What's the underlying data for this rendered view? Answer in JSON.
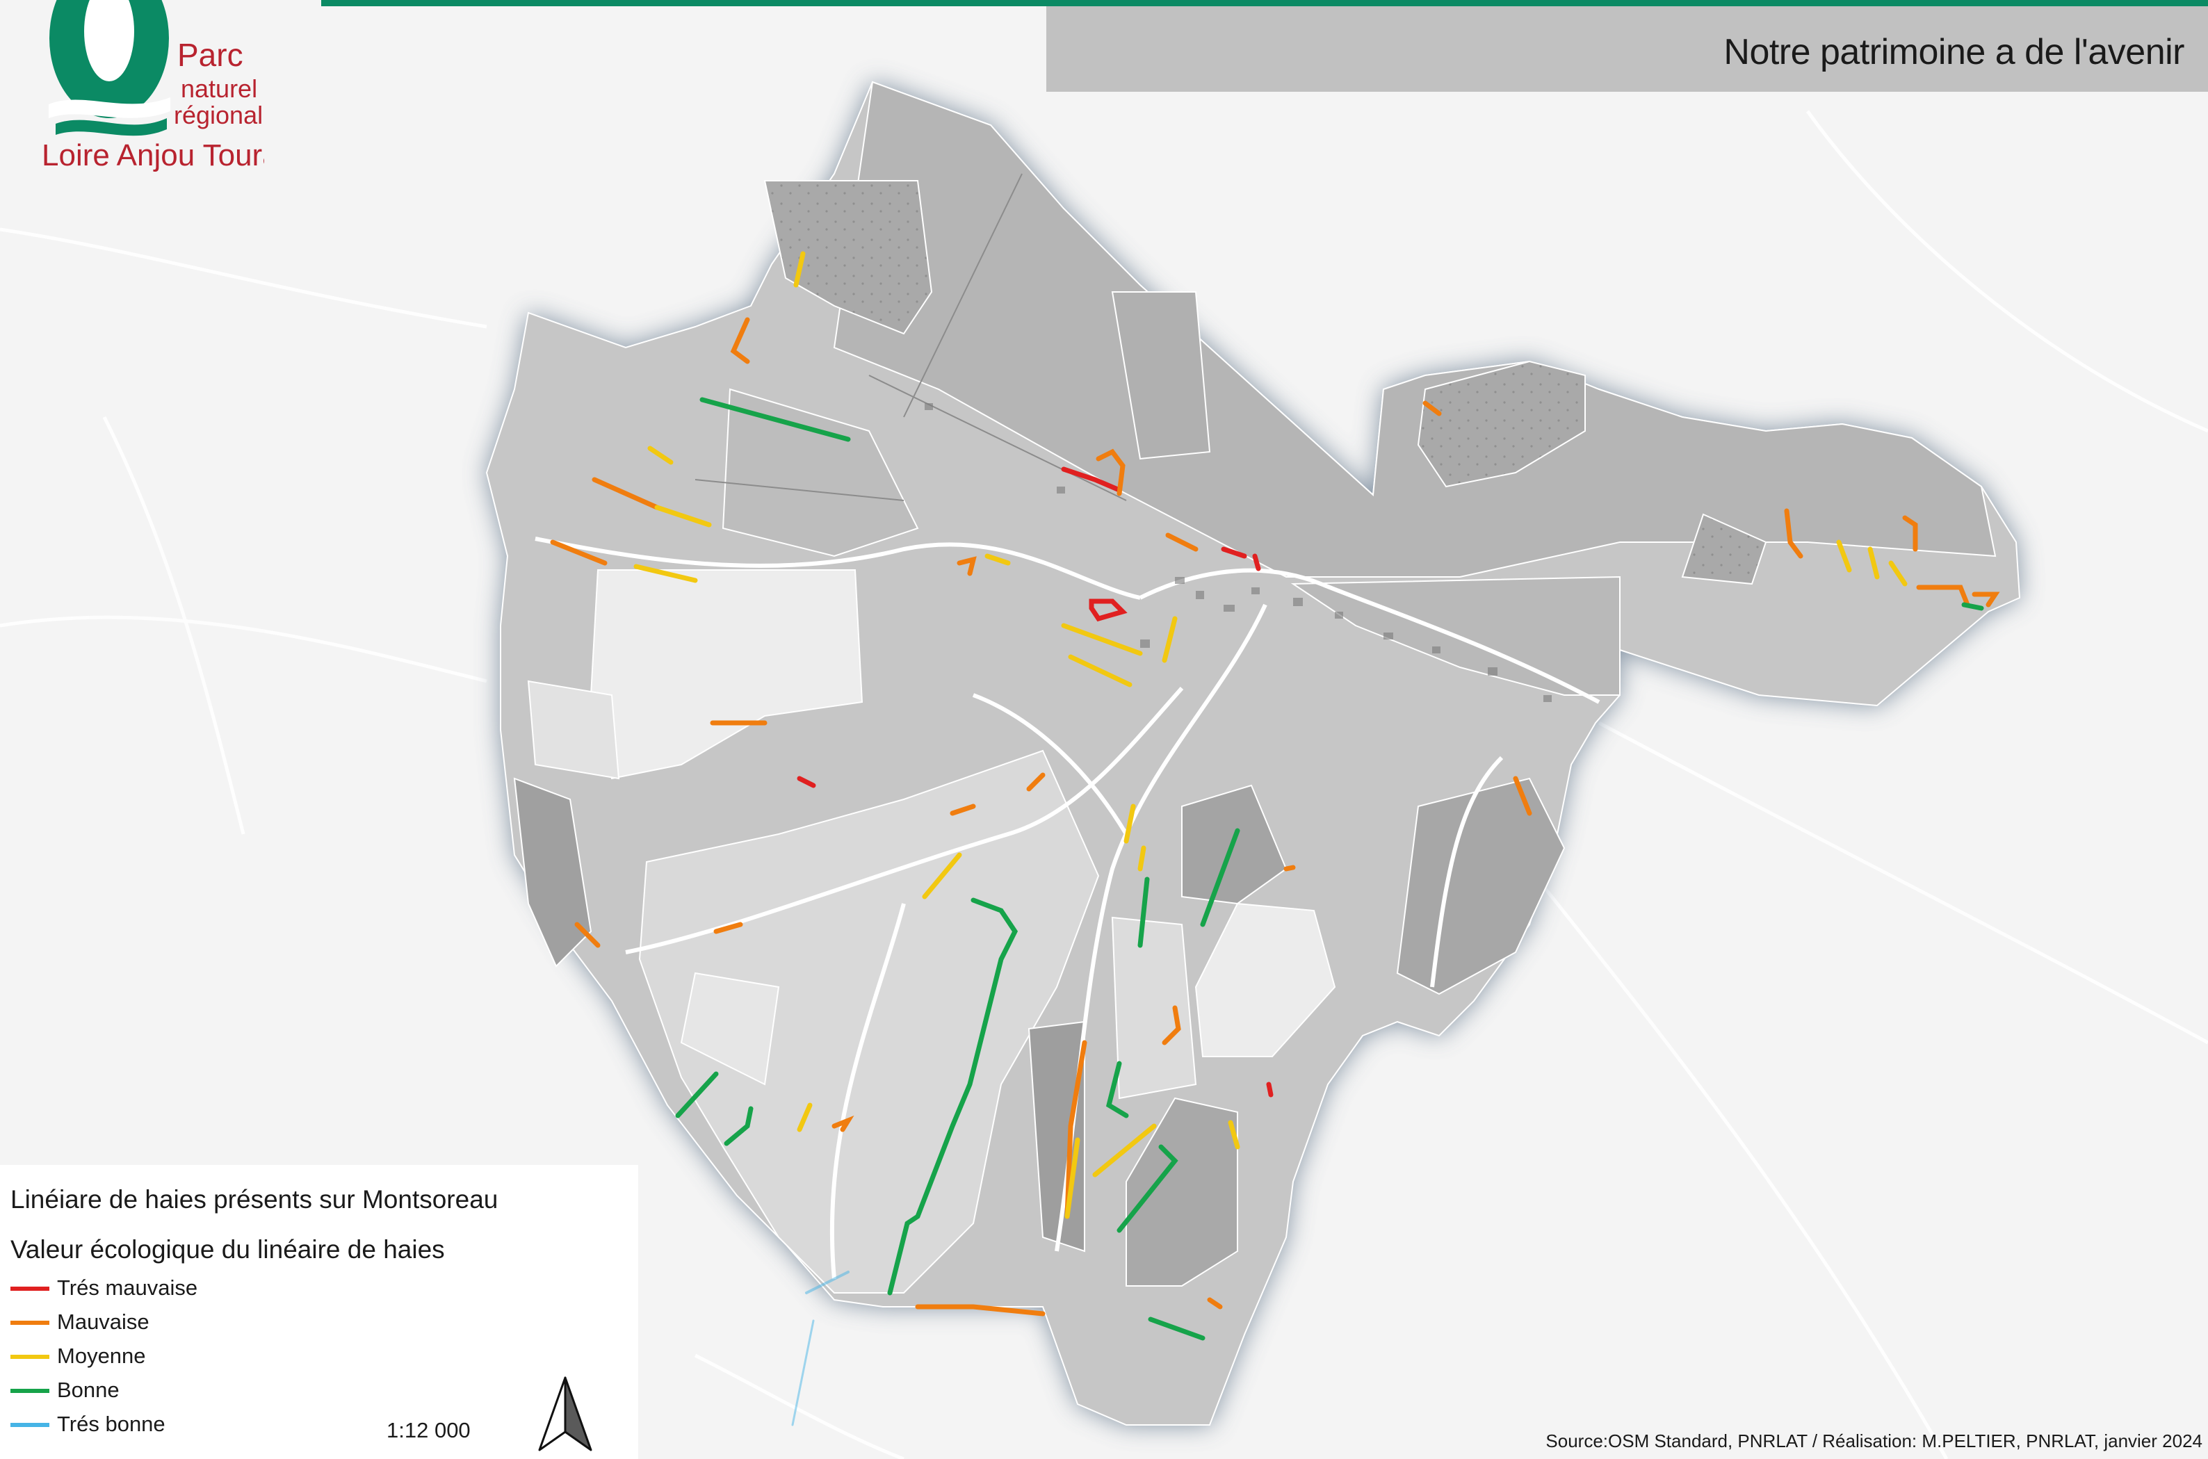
{
  "header": {
    "title": "Notre patrimoine a de l'avenir"
  },
  "logo": {
    "line1": "Parc",
    "line2": "naturel",
    "line3": "régional",
    "line4": "Loire Anjou Touraine",
    "brand_green": "#0b8a64",
    "brand_red": "#b8232f"
  },
  "legend": {
    "title": "Linéiare de haies présents sur Montsoreau",
    "subtitle": "Valeur écologique du linéaire de haies",
    "items": [
      {
        "label": "Trés mauvaise",
        "color": "#e02020"
      },
      {
        "label": "Mauvaise",
        "color": "#f07d0f"
      },
      {
        "label": "Moyenne",
        "color": "#f2c811"
      },
      {
        "label": "Bonne",
        "color": "#16a34a"
      },
      {
        "label": "Trés bonne",
        "color": "#46b4e6"
      }
    ]
  },
  "scale": "1:12 000",
  "source": "Source:OSM Standard, PNRLAT /  Réalisation: M.PELTIER, PNRLAT, janvier 2024",
  "icons": {
    "north": "north-arrow-icon"
  }
}
